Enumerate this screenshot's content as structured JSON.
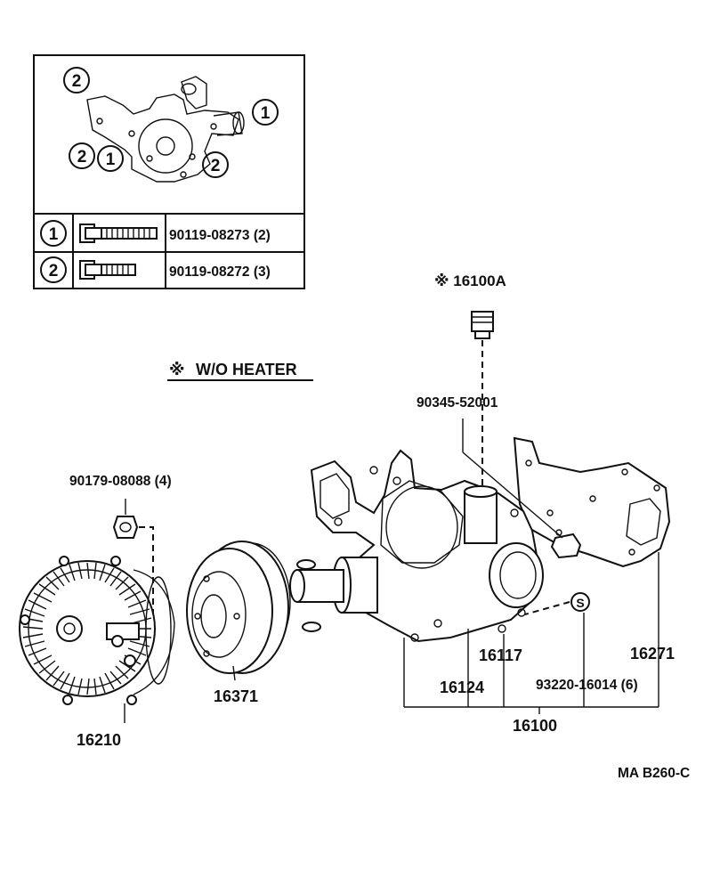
{
  "inset": {
    "bolt_rows": [
      {
        "marker": "1",
        "part_no": "90119-08273 (2)"
      },
      {
        "marker": "2",
        "part_no": "90119-08272 (3)"
      }
    ],
    "callouts": [
      "2",
      "1",
      "2",
      "1",
      "2"
    ]
  },
  "note": {
    "symbol": "※",
    "text": "W/O HEATER"
  },
  "parts": {
    "p16100A": "※ 16100A",
    "p90345": "90345-52001",
    "p90179": "90179-08088 (4)",
    "p16210": "16210",
    "p16371": "16371",
    "p16117": "16117",
    "p16271": "16271",
    "p16124": "16124",
    "p93220": "93220-16014 (6)",
    "p16100": "16100",
    "seal_s": "S"
  },
  "figure_id": "MA B260-C"
}
